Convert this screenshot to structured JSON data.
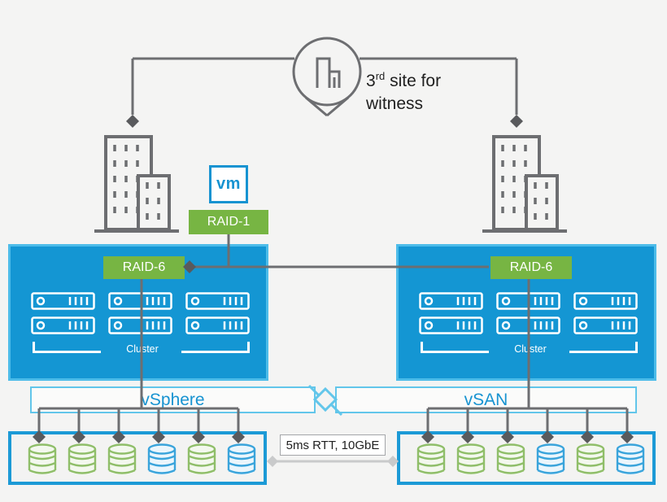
{
  "witness": {
    "number": "3",
    "ordinal": "rd",
    "rest": " site for",
    "line2": "witness"
  },
  "vm_badge": "vm",
  "raid_top": {
    "label": "RAID-1"
  },
  "sites": {
    "left": {
      "raid_label": "RAID-6",
      "cluster_label": "Cluster",
      "band_label": "vSphere",
      "server_count": 6,
      "disks": [
        "green",
        "green",
        "green",
        "blue",
        "green",
        "blue"
      ]
    },
    "right": {
      "raid_label": "RAID-6",
      "cluster_label": "Cluster",
      "band_label": "vSAN",
      "server_count": 6,
      "disks": [
        "green",
        "green",
        "green",
        "blue",
        "green",
        "blue"
      ]
    }
  },
  "interlink": {
    "label": "5ms RTT, 10GbE"
  },
  "colors": {
    "blue": "#1496D3",
    "light_blue": "#4DBCE9",
    "band_border": "#62C6EA",
    "green": "#77B543",
    "gray": "#6D6E71",
    "dark_diamond": "#595A5D",
    "text_blue": "#1793D1",
    "disk_green": "#8FBE69",
    "disk_blue": "#3AA4DB",
    "box_border": "#1C9AD6",
    "light_diamond": "#C9CACB"
  }
}
